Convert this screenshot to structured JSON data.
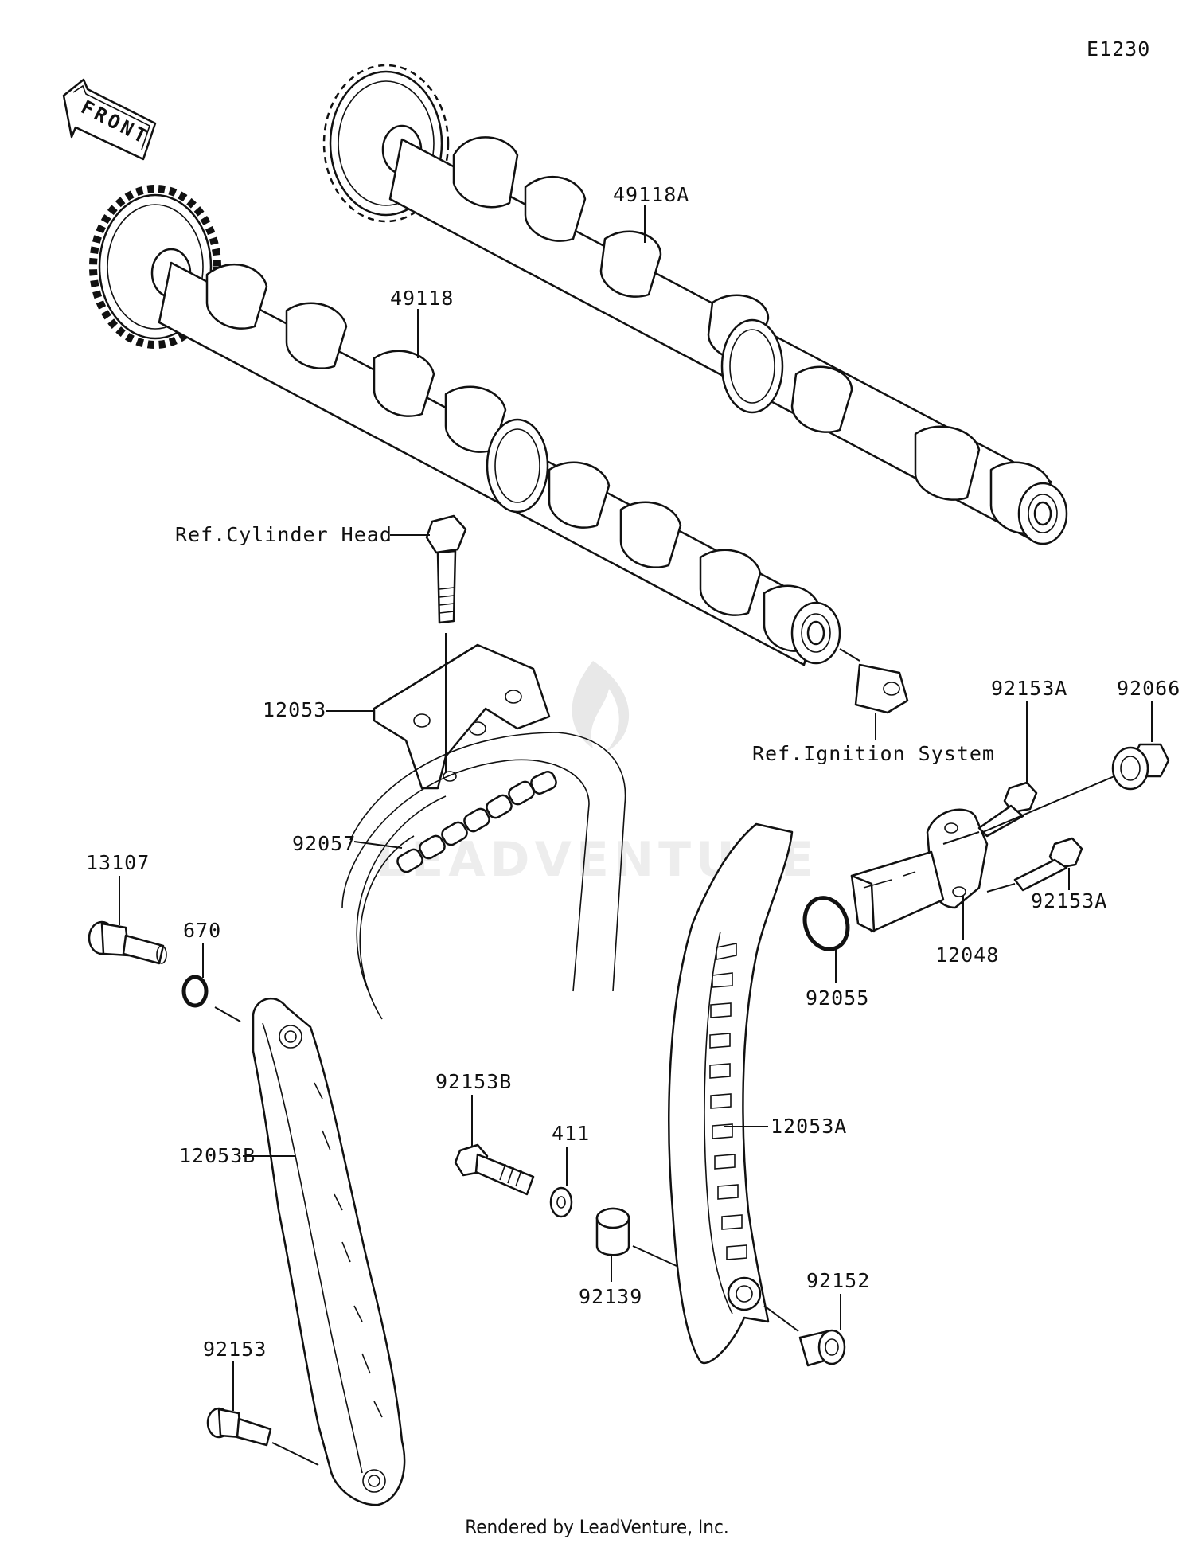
{
  "diagram_code": "E1230",
  "front_arrow_label": "FRONT",
  "footer": "Rendered by LeadVenture, Inc.",
  "watermark_text": "LEADVENTURE",
  "labels": {
    "p49118A": "49118A",
    "p49118": "49118",
    "refCylinderHead": "Ref.Cylinder Head",
    "p12053": "12053",
    "refIgnition": "Ref.Ignition System",
    "p92153A_top": "92153A",
    "p92066": "92066",
    "p92057": "92057",
    "p13107": "13107",
    "p670": "670",
    "p92153A_bottom": "92153A",
    "p12048": "12048",
    "p92055": "92055",
    "p92153B": "92153B",
    "p411": "411",
    "p12053A": "12053A",
    "p12053B": "12053B",
    "p92139": "92139",
    "p92152": "92152",
    "p92153": "92153"
  }
}
